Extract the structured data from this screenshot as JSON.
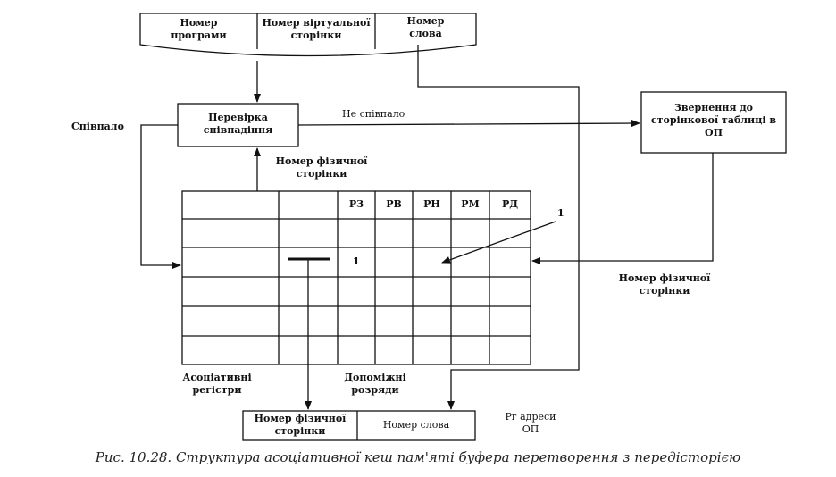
{
  "address_register": {
    "program_number": "Номер\nпрограми",
    "virtual_page_number": "Номер віртуальної\nсторінки",
    "word_number": "Номер\nслова"
  },
  "check_box": "Перевірка\nспівпадіння",
  "page_table_box": "Звернення до\nсторінкової таблиці в\nОП",
  "labels": {
    "matched": "Співпало",
    "not_matched": "Не співпало",
    "physical_page_number_top": "Номер фізичної\nсторінки",
    "physical_page_number_right": "Номер фізичної\nсторінки",
    "associative_registers": "Асоціативні\nрегістри",
    "auxiliary_bits": "Допоміжні\nрозряди",
    "ram_address_register": "Рг адреси\nОП",
    "one_pointer": "1",
    "one_cell": "1"
  },
  "table": {
    "headers": [
      "РЗ",
      "РВ",
      "РН",
      "РМ",
      "РД"
    ]
  },
  "output_register": {
    "physical_page_number": "Номер фізичної\nсторінки",
    "word_number": "Номер слова"
  },
  "caption": "Рис. 10.28. Структура асоціативної кеш пам'яті буфера перетворення з передісторією"
}
